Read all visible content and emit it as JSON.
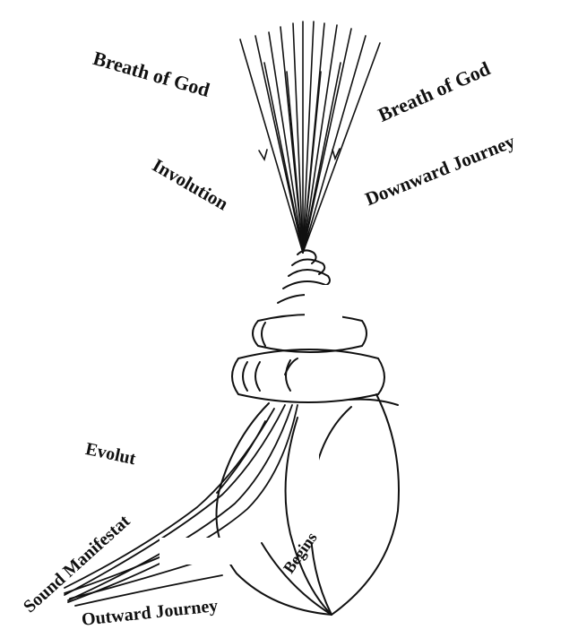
{
  "labels": {
    "breath_left": "Breath of God",
    "breath_right": "Breath of God",
    "involution": "Involution",
    "downward": "Downward Journey",
    "evolution": "Evolut",
    "sound": "Sound Manifestat",
    "begins": "Begins",
    "outward": "Outward Journey"
  },
  "colors": {
    "ink": "#111111",
    "paper": "#ffffff"
  },
  "icons": {
    "shell": "conch-shell-icon",
    "rays": "breath-rays-icon",
    "arrows": "arrow-icon"
  }
}
